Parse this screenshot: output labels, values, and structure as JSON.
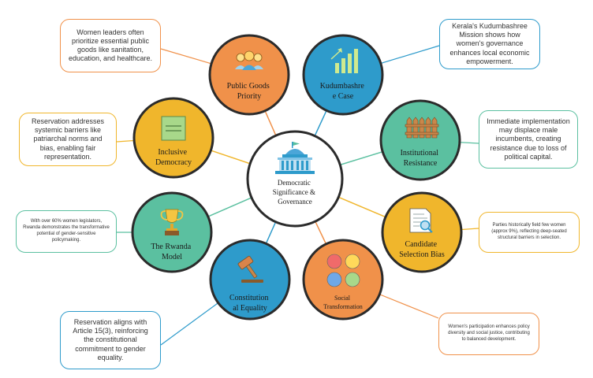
{
  "center": {
    "lines": [
      "Democratic",
      "Significance &",
      "Governance"
    ]
  },
  "nodes": [
    {
      "lines": [
        "Public Goods",
        "Priority"
      ],
      "icon": "people-group-icon",
      "color": "#F0914A"
    },
    {
      "lines": [
        "Kudumbashre",
        "e Case"
      ],
      "icon": "bar-chart-growth-icon",
      "color": "#2E9BCB"
    },
    {
      "lines": [
        "Institutional",
        "Resistance"
      ],
      "icon": "wooden-fence-icon",
      "color": "#5BC0A0"
    },
    {
      "lines": [
        "Candidate",
        "Selection Bias"
      ],
      "icon": "document-search-icon",
      "color": "#F0B62C"
    },
    {
      "lines": [
        "Social",
        "Transformation"
      ],
      "icon": "colored-circles-icon",
      "color": "#F0914A"
    },
    {
      "lines": [
        "Constitution",
        "al Equality"
      ],
      "icon": "gavel-icon",
      "color": "#2E9BCB"
    },
    {
      "lines": [
        "The Rwanda",
        "Model"
      ],
      "icon": "trophy-icon",
      "color": "#5BC0A0"
    },
    {
      "lines": [
        "Inclusive",
        "Democracy"
      ],
      "icon": "notepad-icon",
      "color": "#F0B62C"
    }
  ],
  "notes": [
    {
      "text": "Women leaders often prioritize essential public goods like sanitation, education, and healthcare.",
      "color": "#F0914A"
    },
    {
      "text": "Kerala's Kudumbashree Mission shows how women's governance enhances local economic empowerment.",
      "color": "#2E9BCB"
    },
    {
      "text": "Immediate implementation may displace male incumbents, creating resistance due to loss of political capital.",
      "color": "#5BC0A0"
    },
    {
      "text": "Parties historically field few women (approx 9%), reflecting deep-seated structural barriers in selection.",
      "color": "#F0B62C"
    },
    {
      "text": "Women's participation enhances policy diversity and social justice, contributing to balanced development.",
      "color": "#F0914A"
    },
    {
      "text": "Reservation aligns with Article 15(3), reinforcing the constitutional commitment to gender equality.",
      "color": "#2E9BCB"
    },
    {
      "text": "With over 60% women legislators, Rwanda demonstrates the transformative potential of gender-sensitive policymaking.",
      "color": "#5BC0A0"
    },
    {
      "text": "Reservation addresses systemic barriers like patriarchal norms and bias, enabling fair representation.",
      "color": "#F0B62C"
    }
  ]
}
